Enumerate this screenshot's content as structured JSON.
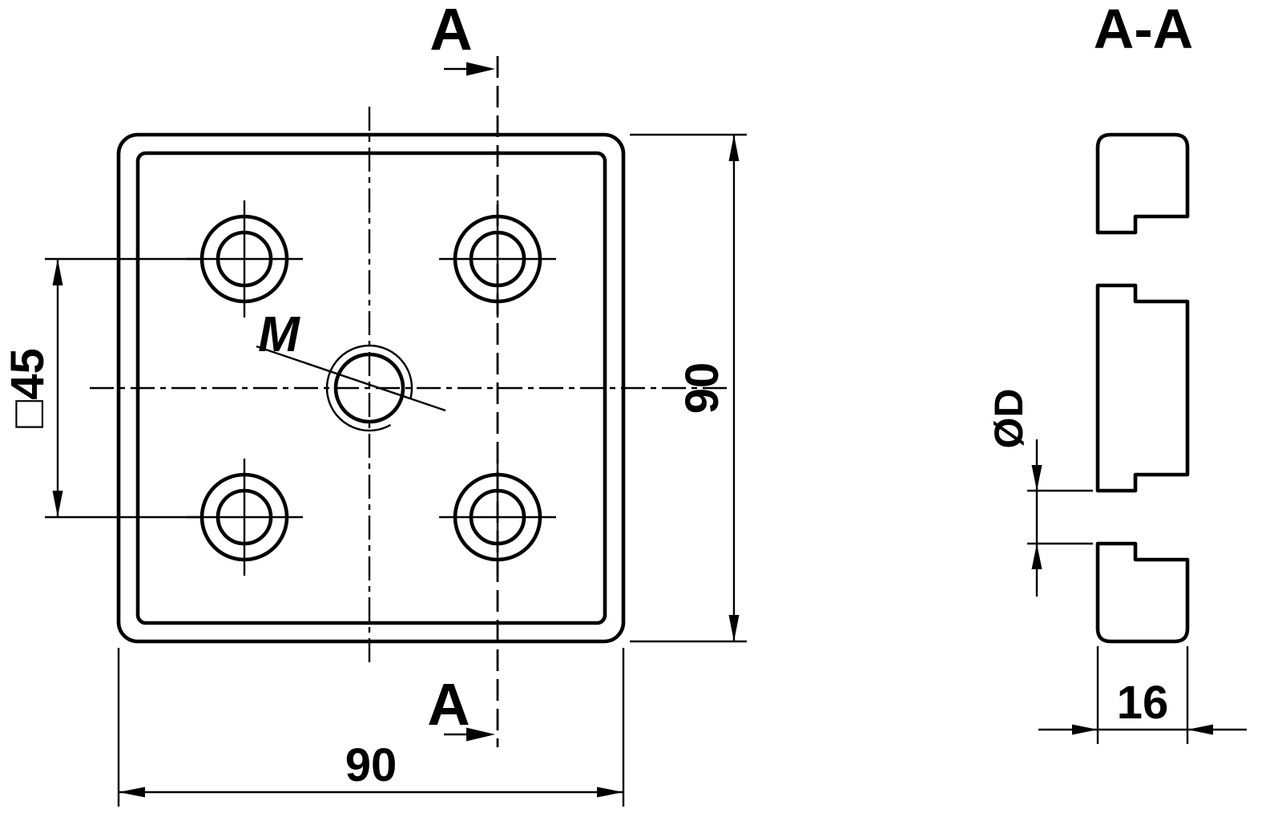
{
  "drawing": {
    "colors": {
      "ink": "#000000",
      "background": "#ffffff"
    },
    "front_view": {
      "thread_label": "M",
      "dim_hole_spacing": "□45",
      "dim_width": "90",
      "dim_height": "90",
      "section_label_top": "A",
      "section_label_bottom": "A"
    },
    "section_view": {
      "title": "A-A",
      "dim_hole_diameter": "ØD",
      "dim_thickness": "16"
    }
  }
}
